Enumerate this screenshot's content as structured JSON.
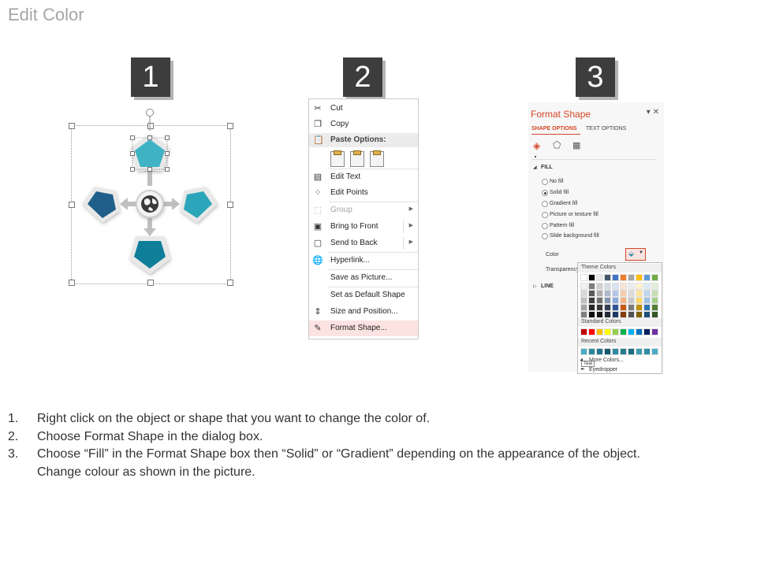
{
  "page": {
    "title": "Edit Color"
  },
  "steps": [
    "1",
    "2",
    "3"
  ],
  "context_menu": {
    "items": [
      {
        "label": "Cut",
        "icon": "scissors-icon",
        "glyph": "✂",
        "disabled": false
      },
      {
        "label": "Copy",
        "icon": "copy-icon",
        "glyph": "❐",
        "disabled": false
      },
      {
        "label": "Edit Text",
        "icon": "edit-text-icon",
        "glyph": "▤",
        "disabled": false
      },
      {
        "label": "Edit Points",
        "icon": "edit-points-icon",
        "glyph": "⁘",
        "disabled": false
      },
      {
        "label": "Group",
        "icon": "group-icon",
        "glyph": "⬚",
        "disabled": true,
        "submenu": true
      },
      {
        "label": "Bring to Front",
        "icon": "bring-to-front-icon",
        "glyph": "▣",
        "disabled": false,
        "submenu": true
      },
      {
        "label": "Send to Back",
        "icon": "send-to-back-icon",
        "glyph": "▢",
        "disabled": false,
        "submenu": true
      },
      {
        "label": "Hyperlink...",
        "icon": "hyperlink-icon",
        "glyph": "🌐",
        "disabled": false
      },
      {
        "label": "Save as Picture...",
        "icon": "",
        "glyph": "",
        "disabled": false
      },
      {
        "label": "Set as Default Shape",
        "icon": "",
        "glyph": "",
        "disabled": false
      },
      {
        "label": "Size and Position...",
        "icon": "size-position-icon",
        "glyph": "⇕",
        "disabled": false
      },
      {
        "label": "Format Shape...",
        "icon": "format-shape-icon",
        "glyph": "✎",
        "disabled": false,
        "highlight": true
      }
    ],
    "paste_header": "Paste Options:"
  },
  "format_pane": {
    "title": "Format Shape",
    "tabs": [
      "SHAPE OPTIONS",
      "TEXT OPTIONS"
    ],
    "fill_header": "FILL",
    "fill_options": [
      "No fill",
      "Solid fill",
      "Gradient fill",
      "Picture or texture fill",
      "Pattern fill",
      "Slide background fill"
    ],
    "selected_fill": "Solid fill",
    "color_label": "Color",
    "transparency_label": "Transparency",
    "line_header": "LINE",
    "accent_color": "#d24726"
  },
  "palette": {
    "theme_header": "Theme Colors",
    "standard_header": "Standard Colors",
    "recent_header": "Recent Colors",
    "more_colors": "More Colors...",
    "eyedropper": "Eyedropper",
    "tooltip": "Teal",
    "theme_top": [
      "#ffffff",
      "#000000",
      "#e7e6e6",
      "#44546a",
      "#4472c4",
      "#ed7d31",
      "#a5a5a5",
      "#ffc000",
      "#5b9bd5",
      "#70ad47"
    ],
    "theme_shades": [
      [
        "#f2f2f2",
        "#7f7f7f",
        "#d0cece",
        "#d6dce4",
        "#d9e2f3",
        "#fbe5d5",
        "#ededed",
        "#fff2cc",
        "#deebf6",
        "#e2efd9"
      ],
      [
        "#d8d8d8",
        "#595959",
        "#aeabab",
        "#adb9ca",
        "#b4c6e7",
        "#f7cbac",
        "#dbdbdb",
        "#fee599",
        "#bdd7ee",
        "#c5e0b3"
      ],
      [
        "#bfbfbf",
        "#3f3f3f",
        "#757070",
        "#8496b0",
        "#8eaadb",
        "#f4b183",
        "#c9c9c9",
        "#ffd965",
        "#9dc3e6",
        "#a8d08d"
      ],
      [
        "#a5a5a5",
        "#262626",
        "#3a3838",
        "#323f4f",
        "#2f5496",
        "#c55a11",
        "#7b7b7b",
        "#bf9000",
        "#2e75b5",
        "#538135"
      ],
      [
        "#7f7f7f",
        "#0c0c0c",
        "#171616",
        "#222a35",
        "#1f3864",
        "#833c0b",
        "#525252",
        "#7f6000",
        "#1e4e79",
        "#375623"
      ]
    ],
    "standard": [
      "#c00000",
      "#ff0000",
      "#ffc000",
      "#ffff00",
      "#92d050",
      "#00b050",
      "#00b0f0",
      "#0070c0",
      "#002060",
      "#7030a0"
    ],
    "recent": [
      "#4aacc6",
      "#31859b",
      "#1f7391",
      "#17596f",
      "#2e8aa3",
      "#267b8f",
      "#1b6c80",
      "#3d9bb1",
      "#2f8ea5",
      "#4bacc6"
    ]
  },
  "instructions": [
    {
      "num": "1.",
      "text": "Right click on the object or shape that you want to change the color of."
    },
    {
      "num": "2.",
      "text": "Choose Format Shape in the dialog box."
    },
    {
      "num": "3.",
      "text": "Choose “Fill” in the Format Shape box then “Solid” or “Gradient” depending on the appearance of the object."
    },
    {
      "num": "",
      "text": "Change colour as shown in the picture."
    }
  ]
}
